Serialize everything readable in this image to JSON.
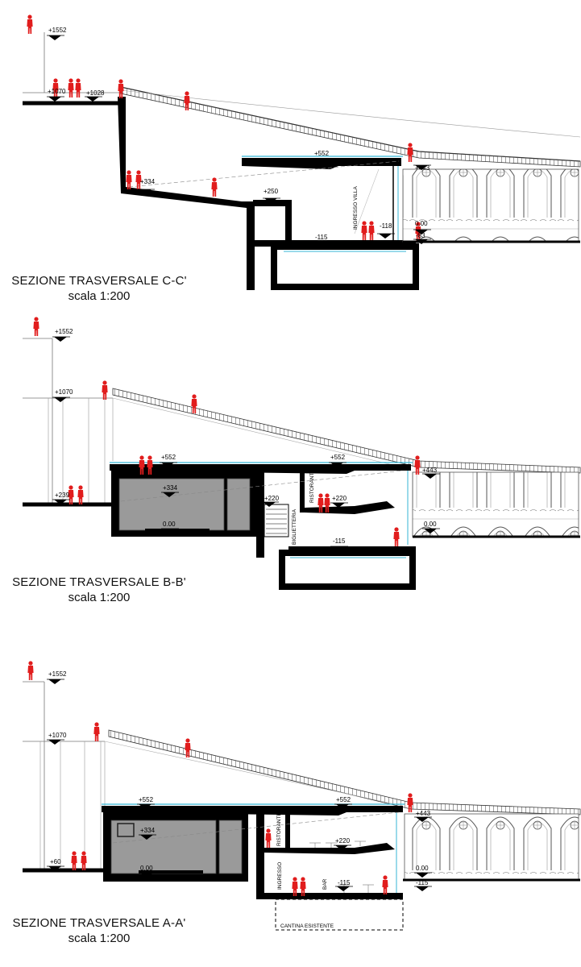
{
  "colors": {
    "figure": "#e11d1d",
    "wall": "#000000",
    "hatch": "#9a9a9a",
    "water": "#34b6d6"
  },
  "sections": [
    {
      "id": "cc",
      "title": "SEZIONE TRASVERSALE C-C'",
      "scale": "scala 1:200",
      "levels": {
        "top": "+1552",
        "upper": "+1070",
        "step": "+1028",
        "roof": "+552",
        "bridge": "+443",
        "floor": "+334",
        "stair": "+250",
        "ground": "0.00",
        "basement": "-115",
        "lower": "-118",
        "sub": "-83"
      },
      "labels": {
        "entrance": "INGRESSO VILLA"
      }
    },
    {
      "id": "bb",
      "title": "SEZIONE TRASVERSALE B-B'",
      "scale": "scala 1:200",
      "levels": {
        "top": "+1552",
        "upper": "+1070",
        "left_low": "+239",
        "roof_a": "+552",
        "roof_b": "+552",
        "bridge": "+443",
        "floor": "+334",
        "stair": "+220",
        "mezz": "+220",
        "ground_a": "0.00",
        "ground_b": "0.00",
        "basement": "-115"
      },
      "labels": {
        "restaurant": "RISTORANTE",
        "ticket": "BIGLIETTERIA"
      }
    },
    {
      "id": "aa",
      "title": "SEZIONE TRASVERSALE A-A'",
      "scale": "scala 1:200",
      "levels": {
        "top": "+1552",
        "upper": "+1070",
        "left_low": "+60",
        "roof_a": "+552",
        "roof_b": "+552",
        "bridge": "+443",
        "floor": "+334",
        "mezz": "+220",
        "ground_a": "0.00",
        "ground_b": "0.00",
        "basement_a": "-115",
        "basement_b": "-115"
      },
      "labels": {
        "restaurant": "RISTORANTE",
        "entrance": "INGRESSO",
        "bar": "BAR",
        "cellar": "CANTINA ESISTENTE"
      }
    }
  ]
}
